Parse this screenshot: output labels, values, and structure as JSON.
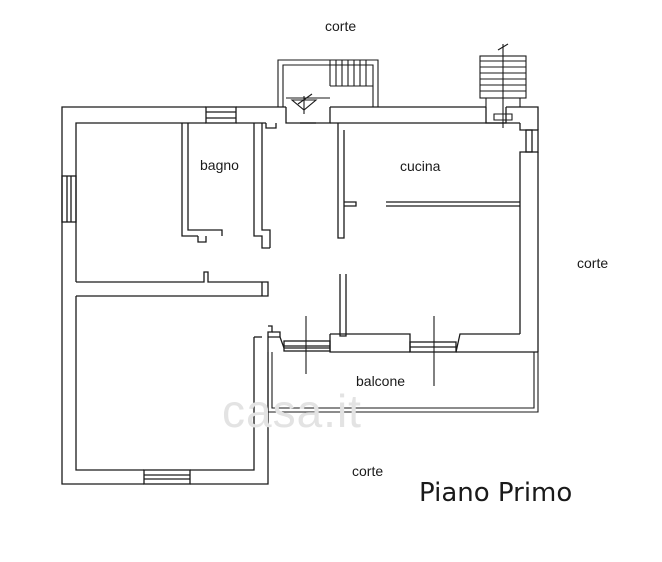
{
  "labels": {
    "corte_top": "corte",
    "corte_right": "corte",
    "corte_bottom": "corte",
    "bagno": "bagno",
    "cucina": "cucina",
    "balcone": "balcone"
  },
  "title": "Piano Primo",
  "watermark": "casa.it",
  "colors": {
    "wall": "#1a1a1a",
    "background": "#ffffff",
    "watermark": "#e3e3e3"
  }
}
